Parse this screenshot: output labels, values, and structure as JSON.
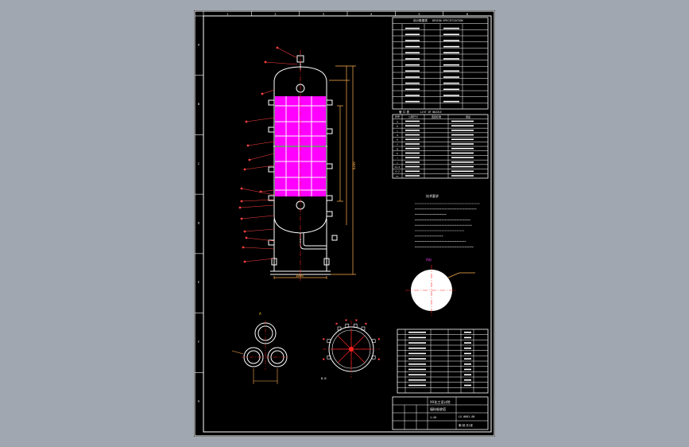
{
  "colors": {
    "viewport_bg": "#a1a7b0",
    "sheet_bg": "#000000",
    "frame": "#ffffff",
    "packing": "#ff00ff",
    "centerline": "#ff2020",
    "dimension": "#ffb050",
    "text": "#ffffff",
    "leader": "#ff4040",
    "accent_text": "#ffd000"
  },
  "drawing": {
    "border_labels": {
      "top": [
        "1",
        "2",
        "3",
        "4",
        "5",
        "6"
      ],
      "left": [
        "A",
        "B",
        "C",
        "D",
        "E",
        "F",
        "G"
      ]
    },
    "design_table": {
      "title": "设计数据表",
      "subtitle": "DESIGN SPECIFICATION",
      "rows": 14
    },
    "nozzle_table": {
      "title": "管 口 表",
      "subtitle": "LIST OF NOZZLE",
      "headers": [
        "符号",
        "公称尺寸",
        "连接标准",
        "用途"
      ],
      "rows": [
        "a",
        "b",
        "c",
        "d",
        "e",
        "f",
        "g",
        "h",
        "i",
        "j",
        "k1-2",
        "l1-2",
        "m"
      ]
    },
    "notes": {
      "title": "技术要求",
      "lines": 9
    },
    "views": {
      "top_view_label": "A向",
      "bottom_view_label": "B-B",
      "side_label": "A"
    },
    "dimensions": {
      "base_width": "1000",
      "overall_height": "6200"
    },
    "title_block": {
      "company": "XX化工设计院",
      "drawing_name": "填料吸收塔",
      "drawing_no": "LX-0001-00",
      "scale": "1:20",
      "sheet": "第1张 共1张"
    }
  }
}
